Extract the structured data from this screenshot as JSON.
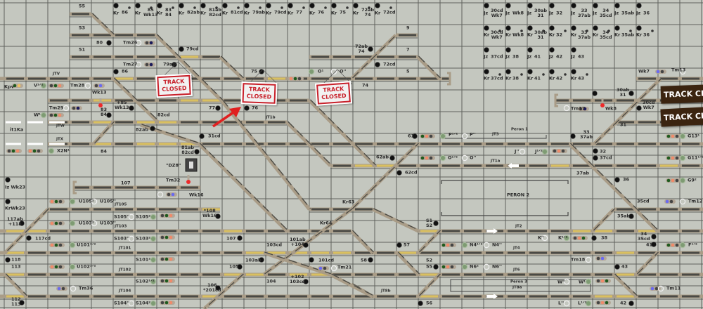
{
  "colors": {
    "background": "#c4c7bf",
    "grid": "#5f625c",
    "track": "#a99c87",
    "segment": "#4a4a45",
    "occupied": "#d9c060",
    "closed_sign": "#c8202a",
    "closed_board": "#3b2410",
    "arrow": "#e02020"
  },
  "kr_row": [
    {
      "prefix": "Kr",
      "num": "86"
    },
    {
      "prefix": "Kr",
      "num": "85\nWk13"
    },
    {
      "prefix": "Kr",
      "num": "83\n84"
    },
    {
      "prefix": "Kr",
      "num": "82ab"
    },
    {
      "prefix": "Kr",
      "num": "81ab\n82cd"
    },
    {
      "prefix": "Kr",
      "num": "81cd"
    },
    {
      "prefix": "Kr",
      "num": "79ab"
    },
    {
      "prefix": "Kr",
      "num": "79cd"
    },
    {
      "prefix": "Kr",
      "num": "77"
    },
    {
      "prefix": "Kr",
      "num": "76"
    },
    {
      "prefix": "Kr",
      "num": "75"
    },
    {
      "prefix": "Kr",
      "num": "72ab\n74"
    },
    {
      "prefix": "Kr",
      "num": "72cd"
    }
  ],
  "jz_panel": [
    [
      {
        "prefix": "Jz",
        "num": "30cd\nWk7"
      },
      {
        "prefix": "Jz",
        "num": "Wk8"
      },
      {
        "prefix": "Jz",
        "num": "30ab\n31"
      },
      {
        "prefix": "Jz",
        "num": "32"
      },
      {
        "prefix": "Jz",
        "num": "33\n37ab"
      },
      {
        "prefix": "Jz",
        "num": "34\n35cd"
      },
      {
        "prefix": "Jz",
        "num": "35ab"
      },
      {
        "prefix": "Jz",
        "num": "36"
      }
    ],
    [
      {
        "prefix": "Kr",
        "num": "30cd\nWk7"
      },
      {
        "prefix": "Kr",
        "num": "Wk8"
      },
      {
        "prefix": "Kr",
        "num": "30ab\n31"
      },
      {
        "prefix": "Kr",
        "num": "32"
      },
      {
        "prefix": "Kr",
        "num": "33\n37ab"
      },
      {
        "prefix": "Kr",
        "num": "34\n35cd"
      },
      {
        "prefix": "Kr",
        "num": "35ab"
      },
      {
        "prefix": "Kr",
        "num": "36"
      }
    ],
    [
      {
        "prefix": "Jz",
        "num": "37cd"
      },
      {
        "prefix": "Jz",
        "num": "38"
      },
      {
        "prefix": "Jz",
        "num": "41"
      },
      {
        "prefix": "Jz",
        "num": "42"
      },
      {
        "prefix": "Jz",
        "num": "43"
      }
    ],
    [
      {
        "prefix": "Kr",
        "num": "37cd"
      },
      {
        "prefix": "Kr",
        "num": "38"
      },
      {
        "prefix": "Kr",
        "num": "41"
      },
      {
        "prefix": "Kr",
        "num": "42"
      },
      {
        "prefix": "Kr",
        "num": "43"
      }
    ]
  ],
  "labels": [
    "55",
    "53",
    "51",
    "80",
    "Tm26",
    "79cd",
    "Tm27",
    "79ab",
    "86",
    "JTV",
    "Kpv",
    "V¹ᐟ²",
    "Tm28",
    "Wk13",
    "75",
    "O¹",
    "O''",
    "72ab\n74",
    "72cd",
    "9",
    "7",
    "5",
    "74",
    "Tm29",
    "W¹",
    "+85\nWk13",
    "83\n84",
    "82cd",
    "77",
    "76",
    "JT1b",
    "it1Ka",
    "JTW",
    "JTX",
    "82ab",
    "31cd",
    "X2N¹",
    "84",
    "81ab\n82cd",
    "Wk7",
    "Tm13",
    "30ab\n31",
    "Tm17",
    "Wk8",
    "30cd\nWk7",
    "31",
    "61",
    "P¹ᐟ²",
    "P''",
    "JT3",
    "Peron 1",
    "33\n37ab",
    "G13¹",
    "J''",
    "J¹ᐟ²",
    "32",
    "62ab",
    "O¹ᐟ²",
    "O''",
    "JT1a",
    "37cd",
    "62cd",
    "37ab",
    "G11¹ᐟ²",
    "36",
    "G9²",
    "PERON 2",
    "35cd",
    "Tm12",
    "Kr63",
    "Kr64",
    "35ab",
    "S1\nS2",
    "JT2",
    "K''",
    "K¹ᐟ²",
    "38",
    "34\n35cd",
    "41",
    "F¹ᐟ²",
    "57",
    "N4¹ᐟ²",
    "N4''",
    "JT4",
    "58",
    "52",
    "Tm18",
    "55",
    "N6²",
    "N6''",
    "JT6",
    "43",
    "Peron 3",
    "JT8a",
    "W''",
    "W¹",
    "Tm11",
    "JT8b",
    "56",
    "L''",
    "L¹ᐟ²",
    "42",
    "\"DZ8\"",
    "Tm32",
    "107",
    "Wk16",
    "Iz Wk23",
    "KrWk23",
    "U105²",
    "U105''",
    "JT105",
    "S105''",
    "S105²",
    "*108\nWk16",
    "117ab\n+118",
    "U103²",
    "U103''",
    "JT103",
    "117cd",
    "S103''",
    "S103²",
    "107",
    "U101¹ᐟ²",
    "JT101",
    "103cd",
    "101ab\n+104",
    "118",
    "S101²",
    "103ab",
    "101cd",
    "113",
    "U102¹ᐟ²",
    "JT102",
    "105",
    "Tm21",
    "104",
    "+102\n103cd",
    "S102¹ᐟ²",
    "Tm36",
    "JT104",
    "106\n*201cd",
    "112\n113",
    "S104''",
    "S104²"
  ],
  "closed_signs": [
    {
      "text": "TRACK\nCLOSED"
    },
    {
      "text": "TRACK\nCLOSED"
    },
    {
      "text": "TRACK\nCLOSED"
    }
  ],
  "closed_boards": [
    {
      "text": "TRACK CLOSED"
    },
    {
      "text": "TRACK CLOSED"
    }
  ],
  "direction_arrows": [
    "left",
    "right",
    "right"
  ]
}
